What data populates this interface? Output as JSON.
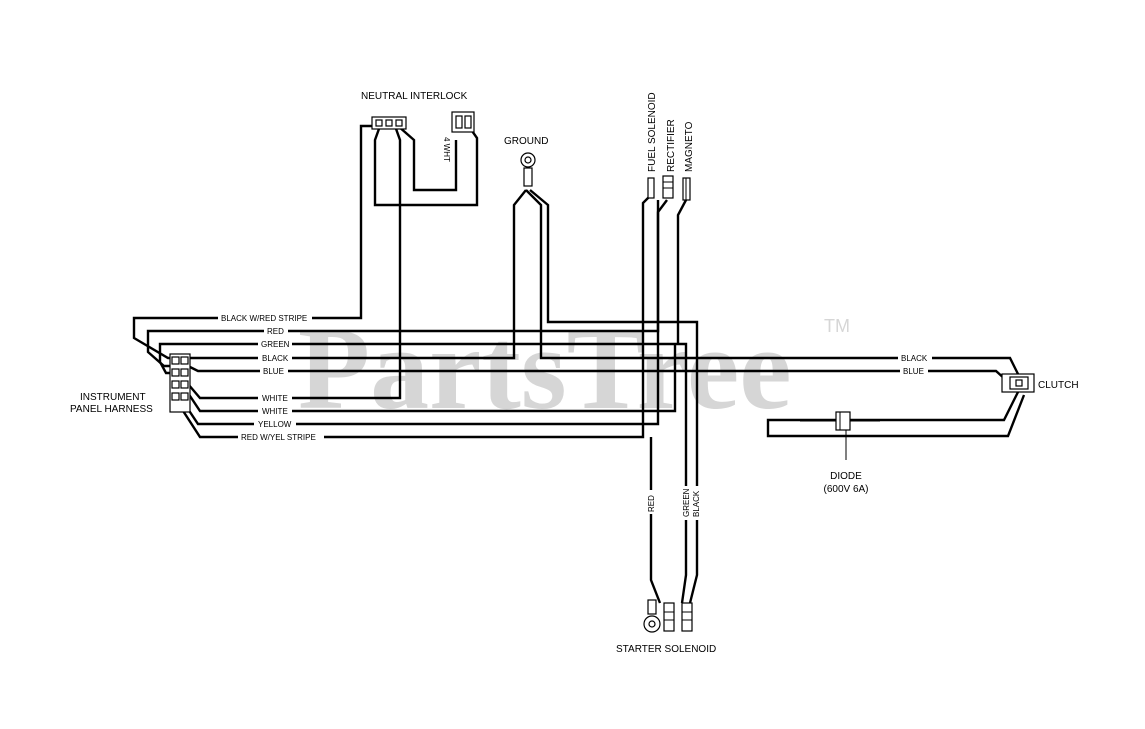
{
  "watermark": {
    "text": "PartsTree",
    "trademark": "TM"
  },
  "components": {
    "neutral_interlock": "NEUTRAL INTERLOCK",
    "interlock_wire": "4 WHT",
    "ground": "GROUND",
    "fuel_solenoid": "FUEL SOLENOID",
    "rectifier": "RECTIFIER",
    "magneto": "MAGNETO",
    "instrument_panel_line1": "INSTRUMENT",
    "instrument_panel_line2": "PANEL HARNESS",
    "clutch": "CLUTCH",
    "diode_line1": "DIODE",
    "diode_line2": "(600V 6A)",
    "starter_solenoid": "STARTER SOLENOID"
  },
  "harness_wires": [
    "BLACK W/RED STRIPE",
    "RED",
    "GREEN",
    "BLACK",
    "BLUE",
    "WHITE",
    "WHITE",
    "YELLOW",
    "RED W/YEL STRIPE"
  ],
  "clutch_wires": [
    "BLACK",
    "BLUE"
  ],
  "starter_wires": [
    "RED",
    "GREEN",
    "BLACK"
  ],
  "colors": {
    "line": "#000000",
    "watermark": "#d6d6d6",
    "background": "#ffffff"
  }
}
